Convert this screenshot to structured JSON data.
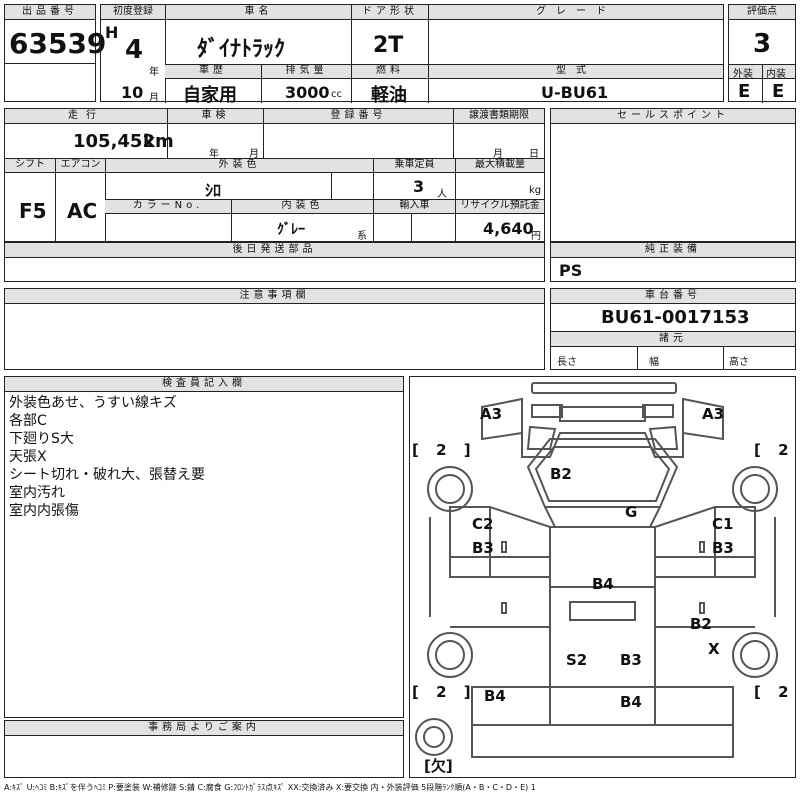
{
  "header": {
    "lot_no_label": "出品番号",
    "lot_no": "63539",
    "first_reg_label": "初度登録",
    "era": "H",
    "year": "4",
    "year_unit": "年",
    "month": "10",
    "month_unit": "月",
    "car_name_label": "車名",
    "car_name": "ﾀﾞｲﾅﾄﾗｯｸ",
    "door_label": "ドア形状",
    "door": "2T",
    "grade_label": "グレード",
    "grade": "",
    "score_label": "評価点",
    "score": "3",
    "history_label": "車歴",
    "history": "自家用",
    "displacement_label": "排気量",
    "displacement": "3000",
    "displacement_unit": "cc",
    "fuel_label": "燃料",
    "fuel": "軽油",
    "model_label": "型式",
    "model": "U-BU61",
    "ext_label": "外装",
    "ext": "E",
    "int_label": "内装",
    "int": "E"
  },
  "specs": {
    "mileage_label": "走行",
    "mileage": "105,452",
    "mileage_unit": "km",
    "inspection_label": "車検",
    "insp_year_unit": "年",
    "insp_month_unit": "月",
    "reg_no_label": "登録番号",
    "transfer_label": "譲渡書類期限",
    "transfer_month_unit": "月",
    "transfer_day_unit": "日",
    "shift_label": "シフト",
    "shift": "F5",
    "ac_label": "エアコン",
    "ac": "AC",
    "ext_color_label": "外装色",
    "ext_color": "ｼﾛ",
    "capacity_label": "乗車定員",
    "capacity": "3",
    "capacity_unit": "人",
    "max_load_label": "最大積載量",
    "max_load_unit": "kg",
    "color_no_label": "カラーNo.",
    "int_color_label": "内装色",
    "int_color": "ｸﾞﾚｰ",
    "int_color_unit": "系",
    "import_label": "輸入車",
    "recycle_label": "リサイクル預託金",
    "recycle": "4,640",
    "recycle_unit": "円"
  },
  "sections": {
    "sales_point_label": "セールスポイント",
    "later_parts_label": "後日発送部品",
    "genuine_equipment_label": "純正装備",
    "genuine_equipment": "PS",
    "caution_label": "注意事項欄",
    "chassis_no_label": "車台番号",
    "chassis_no": "BU61-0017153",
    "dims_label": "諸元",
    "length_label": "長さ",
    "width_label": "幅",
    "height_label": "高さ",
    "inspector_label": "検査員記入欄",
    "office_label": "事務局よりご案内"
  },
  "inspector_notes": [
    "外装色あせ、うすい線キズ",
    "各部C",
    "下廻りS大",
    "天張X",
    "シート切れ・破れ大、張替え要",
    "室内汚れ",
    "室内内張傷"
  ],
  "diagram": {
    "marks": [
      {
        "id": "front-left",
        "text": "A3"
      },
      {
        "id": "front-right",
        "text": "A3"
      },
      {
        "id": "windshield",
        "text": "B2"
      },
      {
        "id": "roof",
        "text": "G"
      },
      {
        "id": "left-door-a",
        "text": "C2"
      },
      {
        "id": "left-door-b",
        "text": "B3"
      },
      {
        "id": "right-door-a",
        "text": "C1"
      },
      {
        "id": "right-door-b",
        "text": "B3"
      },
      {
        "id": "floor",
        "text": "B4"
      },
      {
        "id": "right-bed",
        "text": "B2"
      },
      {
        "id": "right-bed-x",
        "text": "X"
      },
      {
        "id": "bed-left",
        "text": "S2"
      },
      {
        "id": "bed-right",
        "text": "B3"
      },
      {
        "id": "rear-left",
        "text": "B4"
      },
      {
        "id": "rear-center",
        "text": "B4"
      }
    ],
    "tire_marks": [
      "[ 2 ]",
      "[ 2 ]",
      "[ 2 ]",
      "[ 2 ]"
    ],
    "spare_mark": "[欠]"
  },
  "legend": "A:ｷｽﾞ U:ﾍｺﾐ B:ｷｽﾞを伴うﾍｺﾐ P:要塗装 W:補修跡 S:錆 C:腐食 G:ﾌﾛﾝﾄｶﾞﾗｽ点ｷｽﾞ XX:交換済み X:要交換 内・外装評価 5段階ﾗﾝｸ順(A・B・C・D・E) 1"
}
